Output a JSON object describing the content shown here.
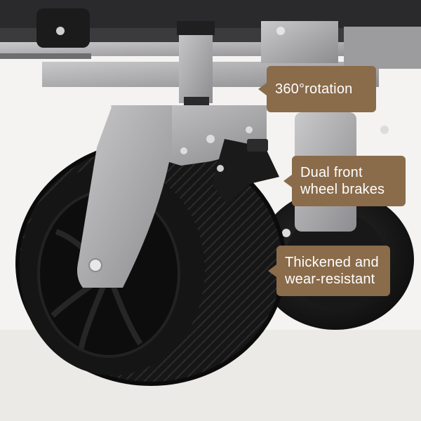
{
  "callouts": [
    {
      "id": "rotation",
      "text": "360°rotation",
      "icon": "arrow-left-icon"
    },
    {
      "id": "brakes",
      "text": "Dual front\nwheel brakes",
      "icon": "arrow-left-icon"
    },
    {
      "id": "tires",
      "text": "Thickened and\nwear-resistant",
      "icon": "arrow-left-icon"
    }
  ],
  "colors": {
    "callout_bg": "#8a6b4a",
    "callout_text": "#ffffff",
    "background": "#f4f3f1",
    "tire": "#1c1c1c",
    "frame_metal": "#a4a4a6"
  }
}
